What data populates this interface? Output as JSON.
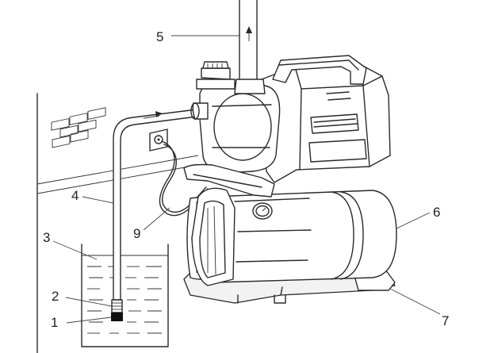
{
  "callouts": [
    {
      "id": "1",
      "label": "1"
    },
    {
      "id": "2",
      "label": "2"
    },
    {
      "id": "3",
      "label": "3"
    },
    {
      "id": "4",
      "label": "4"
    },
    {
      "id": "5",
      "label": "5"
    },
    {
      "id": "6",
      "label": "6"
    },
    {
      "id": "7",
      "label": "7"
    },
    {
      "id": "9",
      "label": "9"
    }
  ],
  "colors": {
    "line": "#2a2a2a",
    "background": "#ffffff"
  }
}
